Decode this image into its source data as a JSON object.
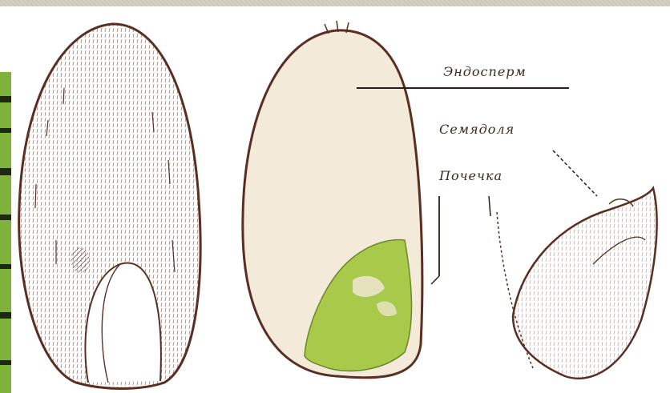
{
  "labels": {
    "endosperm": "Эндосперм",
    "cotyledon": "Семядоля",
    "bud": "Почечка"
  },
  "colors": {
    "background": "#d4ceba",
    "panel": "#ffffff",
    "outline": "#5a2f22",
    "endosperm_fill": "#f3ead9",
    "embryo_fill": "#a9c94a",
    "frame_accent": "#7fb23a"
  },
  "figures": [
    "seed-exterior",
    "seed-longitudinal-section",
    "embryo"
  ]
}
